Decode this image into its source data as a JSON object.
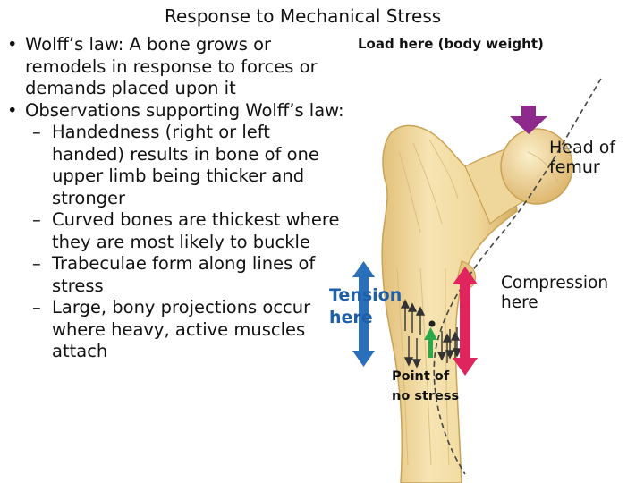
{
  "title": "Response to Mechanical Stress",
  "bullets": {
    "wolff": "Wolff’s law: A bone grows or remodels in response to forces or demands placed upon it",
    "observations": "Observations supporting Wolff’s law:",
    "subitems": [
      "Handedness (right or left handed) results in bone of one upper limb being thicker and stronger",
      "Curved bones are thickest where they are most likely to buckle",
      "Trabeculae form along lines of stress",
      "Large, bony projections occur where heavy, active muscles attach"
    ]
  },
  "figure": {
    "load_label": "Load here (body weight)",
    "head_label": [
      "Head of",
      "femur"
    ],
    "compression_label": [
      "Compression",
      "here"
    ],
    "tension_label": [
      "Tension",
      "here"
    ],
    "point_label": [
      "Point of",
      "no stress"
    ],
    "colors": {
      "bone": "#efd79c",
      "bone_edge": "#c9a255",
      "load_arrow": "#8e2a8c",
      "compression_arrow": "#e0245e",
      "tension_arrow": "#2a6fba",
      "no_stress_arrow": "#2aa84a",
      "stress_line": "#444444"
    }
  }
}
